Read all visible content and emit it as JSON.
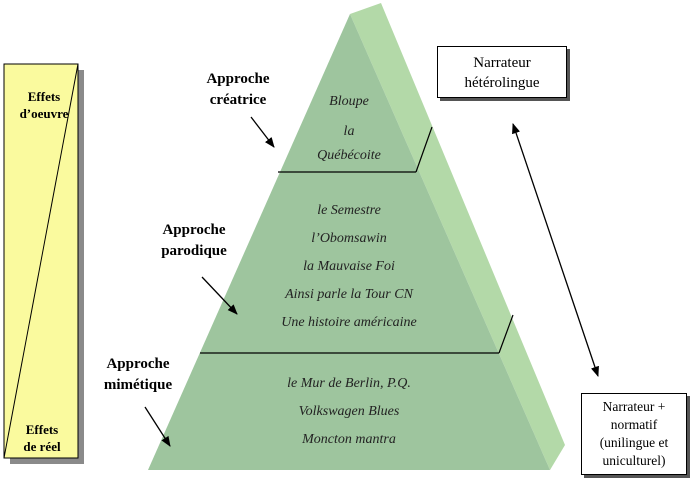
{
  "colors": {
    "pyramid_front": "#9ec59e",
    "pyramid_side": "#b3d9a8",
    "scale_fill": "#fafa9e",
    "scale_shadow": "#8a8a8a",
    "arrow": "#000000"
  },
  "scale": {
    "top_label": [
      "Effets",
      "d’oeuvre"
    ],
    "bottom_label": [
      "Effets",
      "de réel"
    ]
  },
  "approaches": {
    "creative": [
      "Approche",
      "créatrice"
    ],
    "parodic": [
      "Approche",
      "parodique"
    ],
    "mimetic": [
      "Approche",
      "mimétique"
    ]
  },
  "tiers": {
    "top": [
      "Bloupe",
      "la",
      "Québécoite"
    ],
    "middle": [
      "le Semestre",
      "l’Obomsawin",
      "la Mauvaise Foi",
      "Ainsi parle la Tour CN",
      "Une histoire américaine"
    ],
    "bottom": [
      "le Mur de Berlin, P.Q.",
      "Volkswagen Blues",
      "Moncton mantra"
    ]
  },
  "narrators": {
    "heterolingual": [
      "Narrateur",
      "hétérolingue"
    ],
    "normative": [
      "Narrateur +",
      "normatif",
      "(unilingue et",
      "uniculturel)"
    ]
  }
}
